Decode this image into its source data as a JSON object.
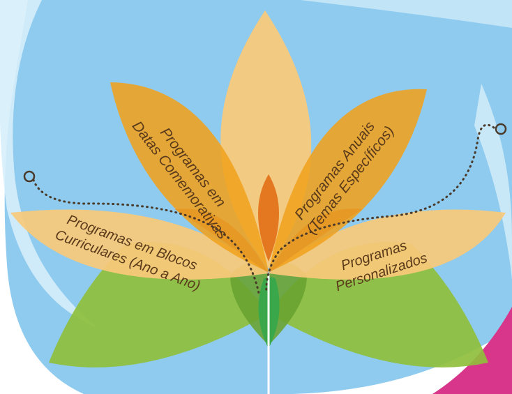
{
  "diagram": {
    "petals": {
      "top_left": {
        "lines": [
          "Programas  em",
          "Datas Comemorativas"
        ]
      },
      "top_right": {
        "lines": [
          "Programas Anuais",
          "(Temas Específicos)"
        ]
      },
      "left": {
        "lines": [
          "Programas em Blocos",
          "Curriculares (Ano a Ano)"
        ]
      },
      "right": {
        "lines": [
          "Programas",
          "Personalizados"
        ]
      }
    },
    "colors": {
      "background_blue": "#8fcbef",
      "background_light": "#d6eef9",
      "petal_light_orange": "#f8c97a",
      "petal_orange": "#f0a21e",
      "petal_green": "#8fbf3c",
      "center_green": "#3aa84a",
      "accent_magenta": "#d7368a"
    }
  }
}
